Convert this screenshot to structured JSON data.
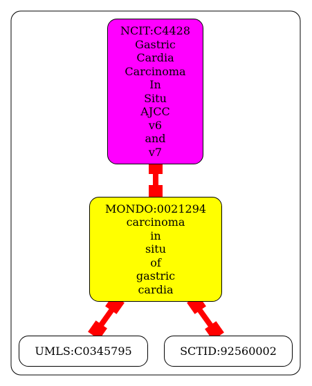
{
  "colors": {
    "edge": "#ff0000",
    "cluster_border": "#000000",
    "ncit_fill": "#ff00ff",
    "mondo_fill": "#ffff00",
    "leaf_fill": "#ffffff"
  },
  "nodes": {
    "ncit": {
      "lines": [
        "NCIT:C4428",
        "Gastric",
        "Cardia",
        "Carcinoma",
        "In",
        "Situ",
        "AJCC",
        "v6",
        "and",
        "v7"
      ]
    },
    "mondo": {
      "lines": [
        "MONDO:0021294",
        "carcinoma",
        "in",
        "situ",
        "of",
        "gastric",
        "cardia"
      ]
    },
    "umls": {
      "label": "UMLS:C0345795"
    },
    "sctid": {
      "label": "SCTID:92560002"
    }
  },
  "edges": [
    {
      "from": "ncit",
      "to": "mondo",
      "style": "both-ends-box-arrowheads"
    },
    {
      "from": "mondo",
      "to": "umls",
      "style": "both-ends-box-arrowheads"
    },
    {
      "from": "mondo",
      "to": "sctid",
      "style": "both-ends-box-arrowheads"
    }
  ]
}
